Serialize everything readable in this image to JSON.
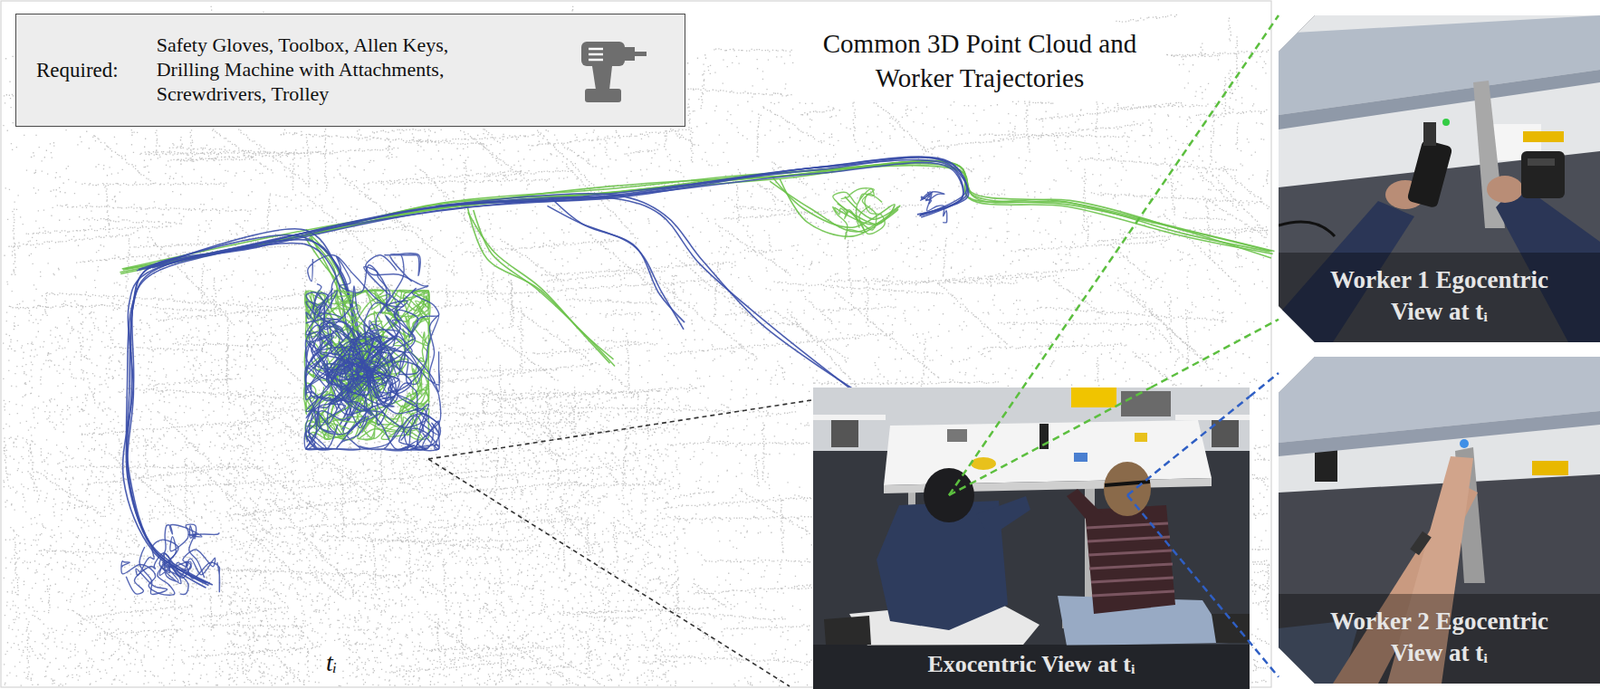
{
  "diagram": {
    "nodes": [
      {
        "text": [
          "Required:",
          "Safety Gloves, Toolbox, Allen Keys, Drilling Machine with Attachments, Screwdrivers, Trolley"
        ]
      },
      {
        "text": [
          "Exocentric View at tᵢ"
        ]
      },
      {
        "text": [
          "Worker 1 Egocentric View at tᵢ"
        ]
      },
      {
        "text": [
          "Worker 2 Egocentric View at tᵢ"
        ]
      }
    ],
    "edges": [
      {
        "from": 1,
        "to": 2,
        "arrow": "none"
      },
      {
        "from": 1,
        "to": 3,
        "arrow": "none"
      }
    ],
    "labels": [
      "Common 3D Point Cloud and Worker Trajectories",
      "tᵢ"
    ]
  }
}
